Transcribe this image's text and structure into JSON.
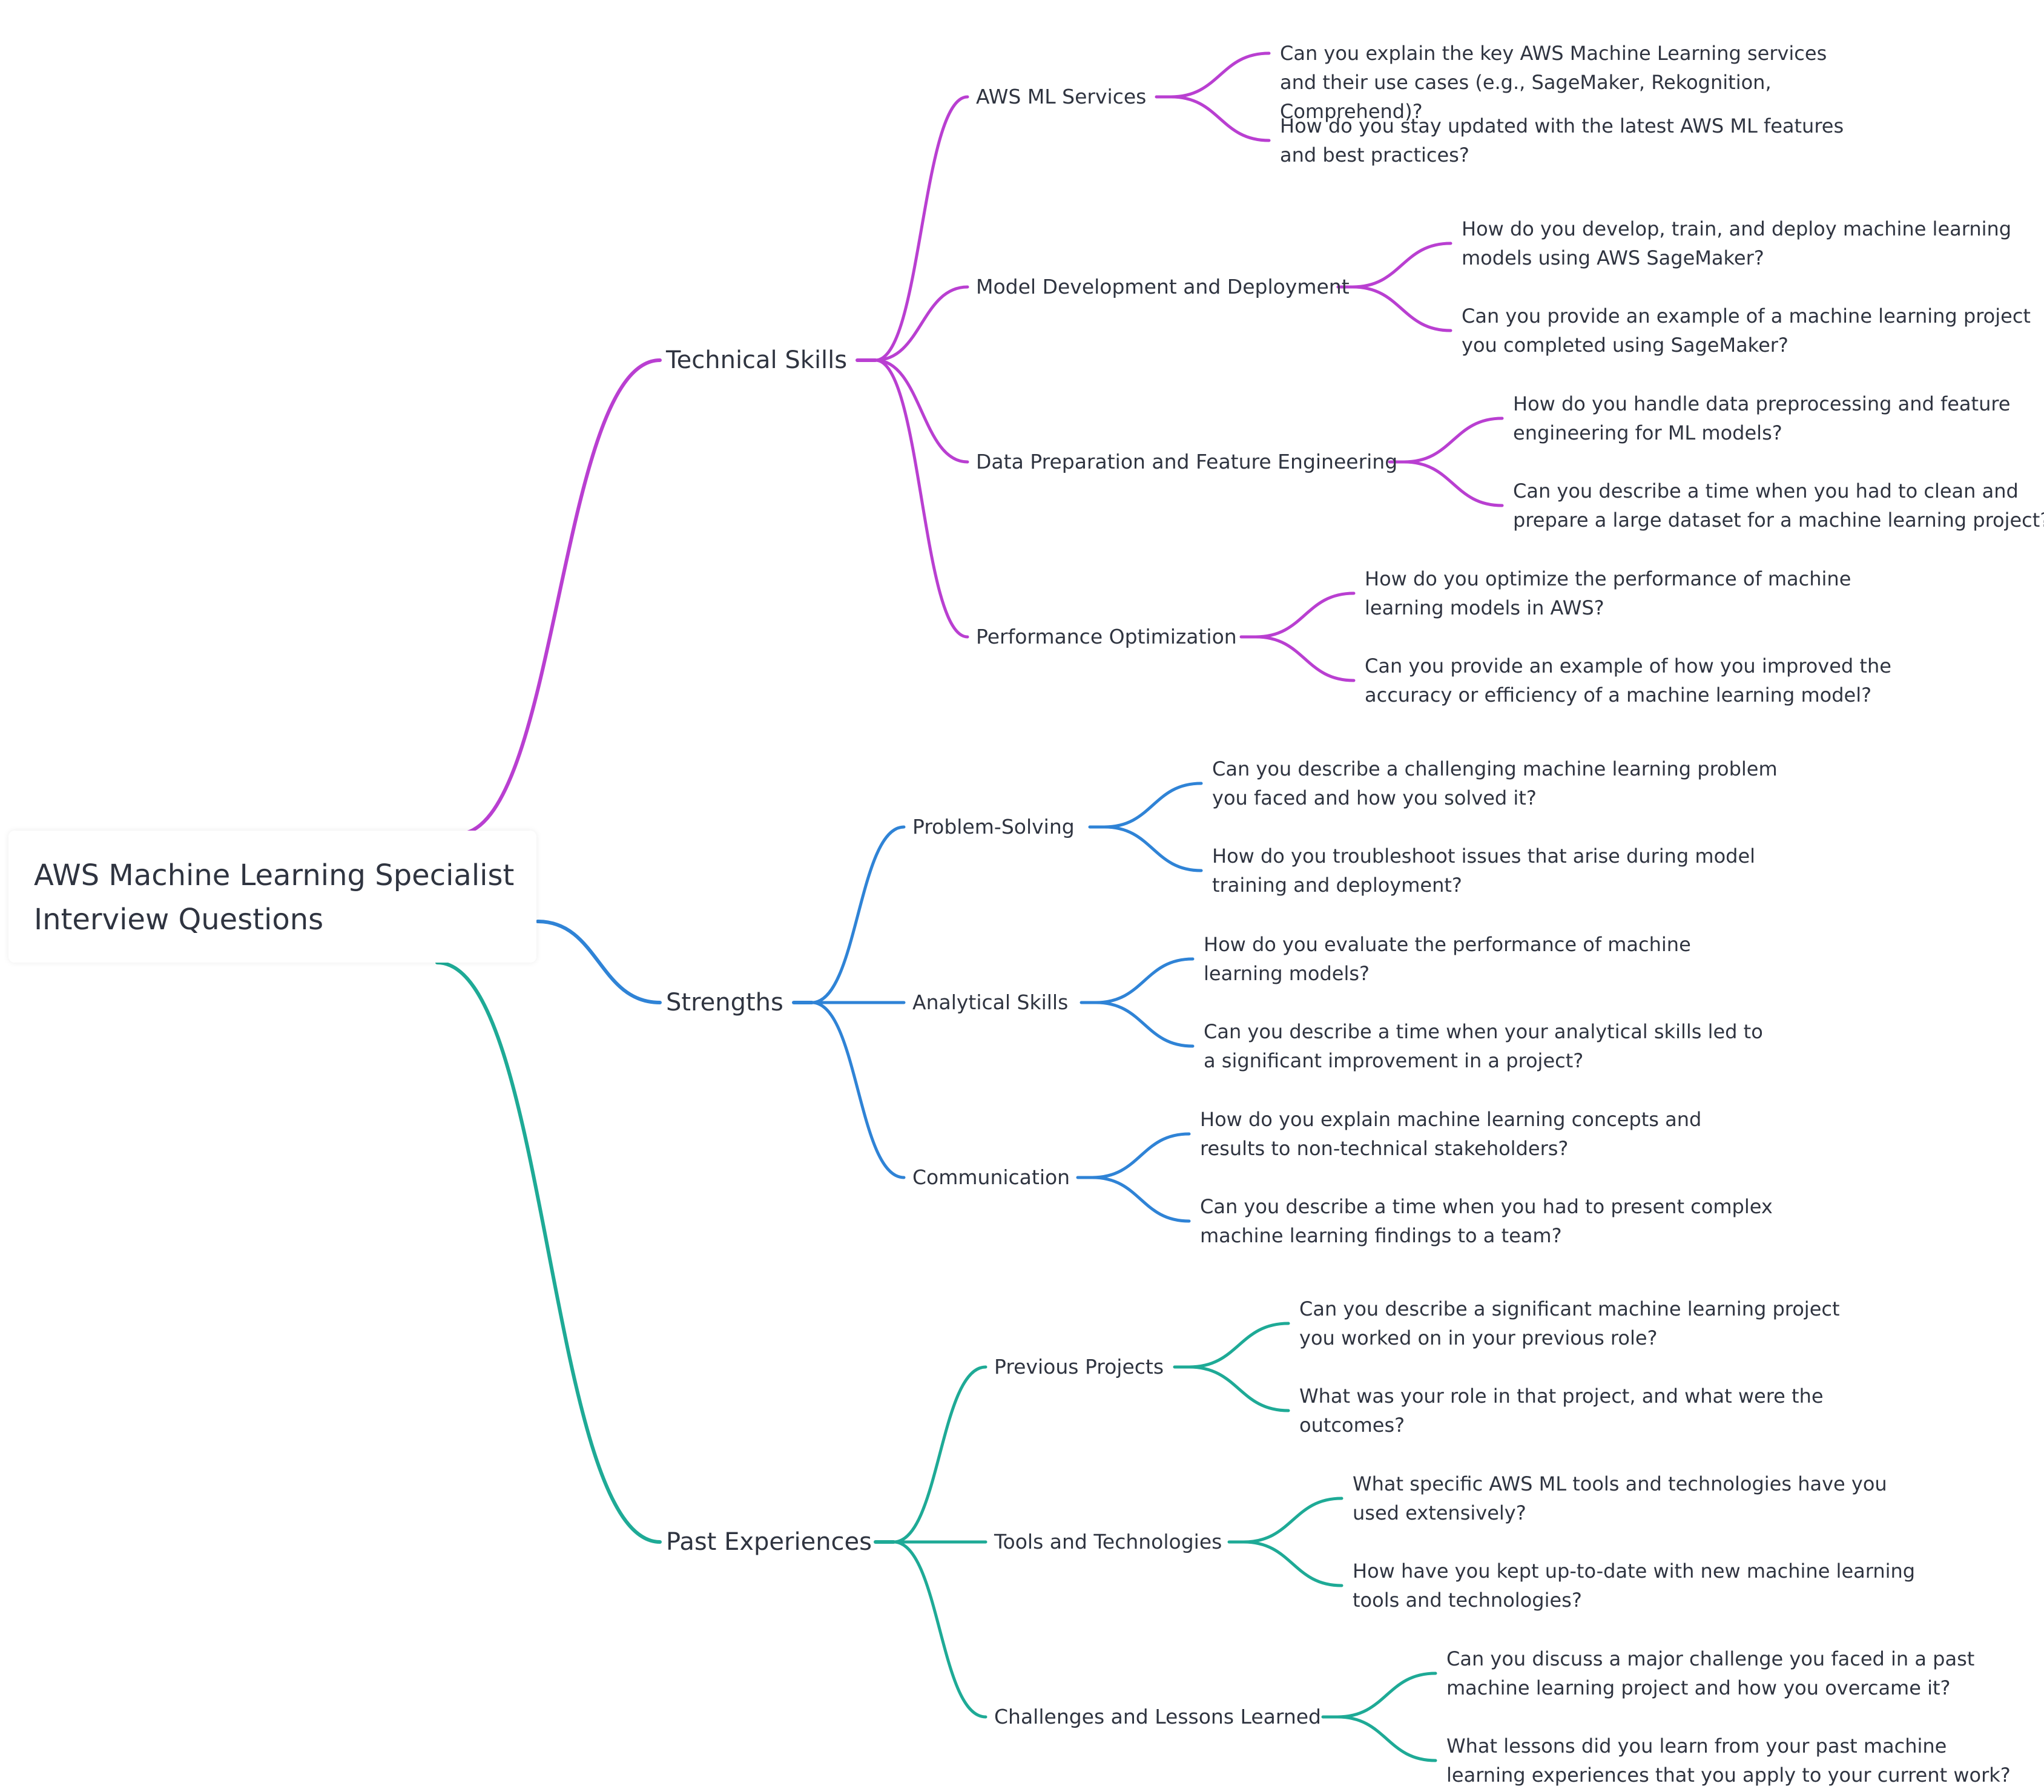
{
  "root": {
    "title_line1": "AWS Machine Learning Specialist",
    "title_line2": "Interview Questions"
  },
  "colors": {
    "technical": "#b93fd1",
    "strengths": "#2f83d6",
    "past": "#1eaa96",
    "text": "#2f3440"
  },
  "branches": [
    {
      "label": "Technical Skills",
      "topics": [
        {
          "label": "AWS ML Services",
          "questions": [
            [
              "Can you explain the key AWS Machine Learning services",
              "and their use cases (e.g., SageMaker, Rekognition,",
              "Comprehend)?"
            ],
            [
              "How do you stay updated with the latest AWS ML features",
              "and best practices?"
            ]
          ]
        },
        {
          "label": "Model Development and Deployment",
          "questions": [
            [
              "How do you develop, train, and deploy machine learning",
              "models using AWS SageMaker?"
            ],
            [
              "Can you provide an example of a machine learning project",
              "you completed using SageMaker?"
            ]
          ]
        },
        {
          "label": "Data Preparation and Feature Engineering",
          "questions": [
            [
              "How do you handle data preprocessing and feature",
              "engineering for ML models?"
            ],
            [
              "Can you describe a time when you had to clean and",
              "prepare a large dataset for a machine learning project?"
            ]
          ]
        },
        {
          "label": "Performance Optimization",
          "questions": [
            [
              "How do you optimize the performance of machine",
              "learning models in AWS?"
            ],
            [
              "Can you provide an example of how you improved the",
              "accuracy or efficiency of a machine learning model?"
            ]
          ]
        }
      ]
    },
    {
      "label": "Strengths",
      "topics": [
        {
          "label": "Problem-Solving",
          "questions": [
            [
              "Can you describe a challenging machine learning problem",
              "you faced and how you solved it?"
            ],
            [
              "How do you troubleshoot issues that arise during model",
              "training and deployment?"
            ]
          ]
        },
        {
          "label": "Analytical Skills",
          "questions": [
            [
              "How do you evaluate the performance of machine",
              "learning models?"
            ],
            [
              "Can you describe a time when your analytical skills led to",
              "a significant improvement in a project?"
            ]
          ]
        },
        {
          "label": "Communication",
          "questions": [
            [
              "How do you explain machine learning concepts and",
              "results to non-technical stakeholders?"
            ],
            [
              "Can you describe a time when you had to present complex",
              "machine learning findings to a team?"
            ]
          ]
        }
      ]
    },
    {
      "label": "Past Experiences",
      "topics": [
        {
          "label": "Previous Projects",
          "questions": [
            [
              "Can you describe a significant machine learning project",
              "you worked on in your previous role?"
            ],
            [
              "What was your role in that project, and what were the",
              "outcomes?"
            ]
          ]
        },
        {
          "label": "Tools and Technologies",
          "questions": [
            [
              "What specific AWS ML tools and technologies have you",
              "used extensively?"
            ],
            [
              "How have you kept up-to-date with new machine learning",
              "tools and technologies?"
            ]
          ]
        },
        {
          "label": "Challenges and Lessons Learned",
          "questions": [
            [
              "Can you discuss a major challenge you faced in a past",
              "machine learning project and how you overcame it?"
            ],
            [
              "What lessons did you learn from your past machine",
              "learning experiences that you apply to your current work?"
            ]
          ]
        }
      ]
    }
  ]
}
